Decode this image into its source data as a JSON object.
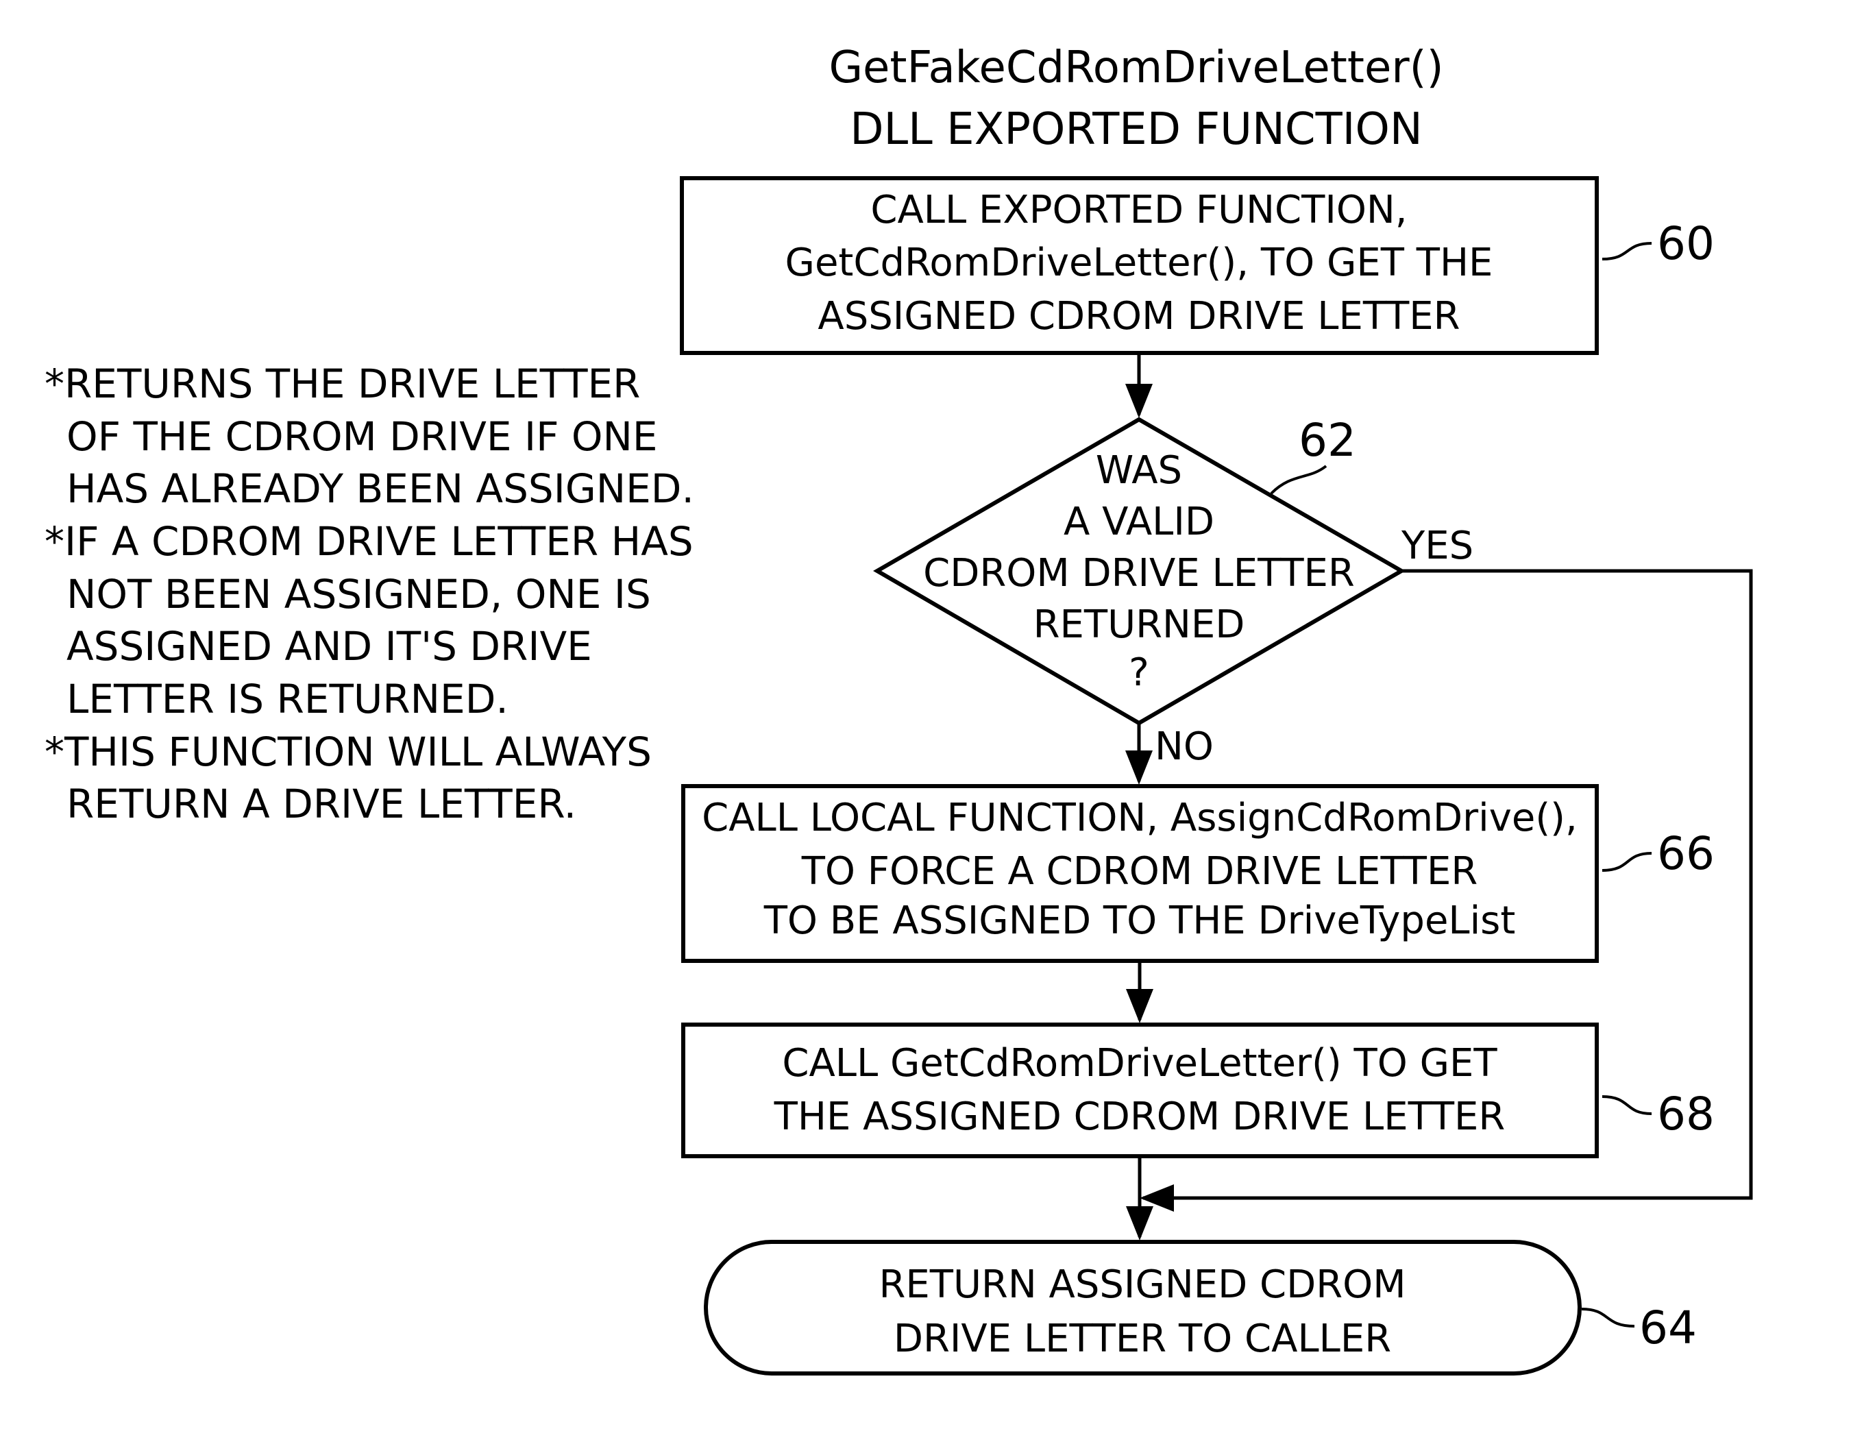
{
  "title": {
    "line1": "GetFakeCdRomDriveLetter()",
    "line2": "DLL EXPORTED FUNCTION"
  },
  "notes": {
    "n1": "*RETURNS THE DRIVE LETTER",
    "n2": "OF THE CDROM DRIVE IF ONE",
    "n3": "HAS ALREADY BEEN ASSIGNED.",
    "n4": "*IF A CDROM DRIVE LETTER HAS",
    "n5": "NOT BEEN ASSIGNED, ONE IS",
    "n6": "ASSIGNED AND IT'S DRIVE",
    "n7": "LETTER IS RETURNED.",
    "n8": "*THIS FUNCTION WILL ALWAYS",
    "n9": "RETURN A DRIVE LETTER."
  },
  "box60": {
    "l1": "CALL EXPORTED FUNCTION,",
    "l2": "GetCdRomDriveLetter(), TO GET THE",
    "l3": "ASSIGNED CDROM DRIVE LETTER",
    "ref": "60"
  },
  "decision62": {
    "l1": "WAS",
    "l2": "A VALID",
    "l3": "CDROM DRIVE LETTER",
    "l4": "RETURNED",
    "l5": "?",
    "ref": "62",
    "yes": "YES",
    "no": "NO"
  },
  "box66": {
    "l1": "CALL LOCAL FUNCTION, AssignCdRomDrive(),",
    "l2": "TO FORCE A CDROM DRIVE LETTER",
    "l3": "TO BE ASSIGNED TO THE DriveTypeList",
    "ref": "66"
  },
  "box68": {
    "l1": "CALL GetCdRomDriveLetter() TO GET",
    "l2": "THE ASSIGNED CDROM DRIVE LETTER",
    "ref": "68"
  },
  "end64": {
    "l1": "RETURN ASSIGNED CDROM",
    "l2": "DRIVE LETTER TO CALLER",
    "ref": "64"
  }
}
